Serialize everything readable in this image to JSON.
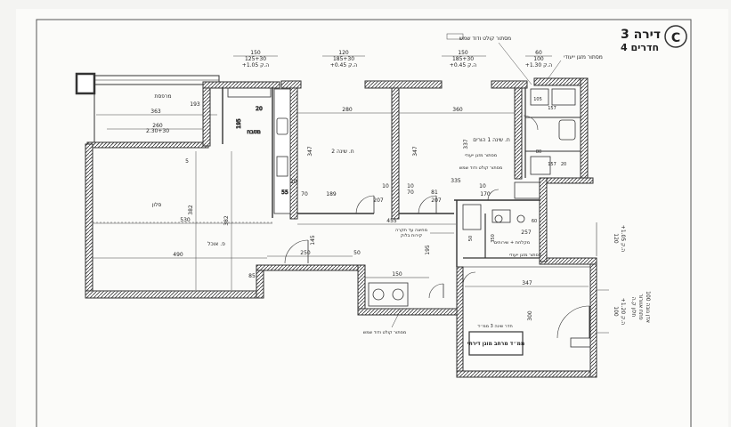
{
  "title": {
    "apartment": "דירה 3",
    "rooms": "4 חדרים",
    "plan_no": "C"
  },
  "top_dims": [
    {
      "w": "150",
      "w2": "125+30",
      "h": "+1.05 ה.ק"
    },
    {
      "w": "120",
      "w2": "185+30",
      "h": "+0.45 ה.ק"
    },
    {
      "w": "150",
      "w2": "185+30",
      "h": "+0.45 ה.ק"
    },
    {
      "w": "60",
      "w2": "100",
      "h": "+1.30 ה.ק"
    }
  ],
  "top_notes": {
    "note_a": "מסתור קולט ודוד שמש",
    "note_b": "מסתור מזגן ייעודי"
  },
  "rooms": {
    "balcony": "מרפסת",
    "kitchen": "מטבח",
    "bedroom2": "ח. שינה 2",
    "bedroom1": "ח. שינה 1 הורים",
    "living": "סלון",
    "dining": "פ. אוכל",
    "laundry": "מרחב מוגן דירתי",
    "mamad": "חדר שינה 3 ממ״ד"
  },
  "mamad_box": "ממ״ד מרחב מוגן דירתי",
  "right_notes": {
    "window": "חלון ק.ה",
    "vent": "פתח אוורור",
    "sill": "אדן גובה 100"
  },
  "labels": {
    "hvac1": "מסתור מזגן ייעודי",
    "hvac2": "מסתור קולט ודוד שמש",
    "service": "מסתור מזגן ייעודי",
    "ceil_note": "מחיצה עד תקרה",
    "ceil_note2": "קירות בלוק",
    "bath": "מקלחת + שירותים",
    "bottom_note": "מסתור קולט ודוד שמש"
  },
  "dims": {
    "d363": "363",
    "d193": "193",
    "d260": "260",
    "d230": "2.30+30",
    "d280": "280",
    "d360": "360",
    "d195": "195",
    "d347": "347",
    "d337": "337",
    "d55": "55",
    "d189": "189",
    "d10a": "10",
    "d70a": "70",
    "d81": "81",
    "d335": "335",
    "d170": "170",
    "d207a": "207",
    "d207b": "207",
    "d70b": "70",
    "d10b": "10",
    "d10c": "10",
    "d10d": "10",
    "d455": "455",
    "d530": "530",
    "d382a": "382",
    "d382b": "382",
    "d490": "490",
    "d250": "250",
    "d50a": "50",
    "d150": "150",
    "d195b": "195",
    "d257": "257",
    "d347b": "347",
    "d300": "300",
    "d120": "120",
    "d100": "100",
    "d85": "85",
    "d145": "145",
    "d80": "80",
    "d50b": "50",
    "d105": "105",
    "d157": "157",
    "d5": "5",
    "d20": "20",
    "d60": "60",
    "d50c": "50",
    "d350": "350",
    "d120b": "+1.05 ה.ק",
    "d100b": "+1.20 ה.ק"
  },
  "colors": {
    "paper": "#fbfbf9",
    "wall": "#333333",
    "line": "#444444",
    "bg": "#f0f0ee"
  }
}
